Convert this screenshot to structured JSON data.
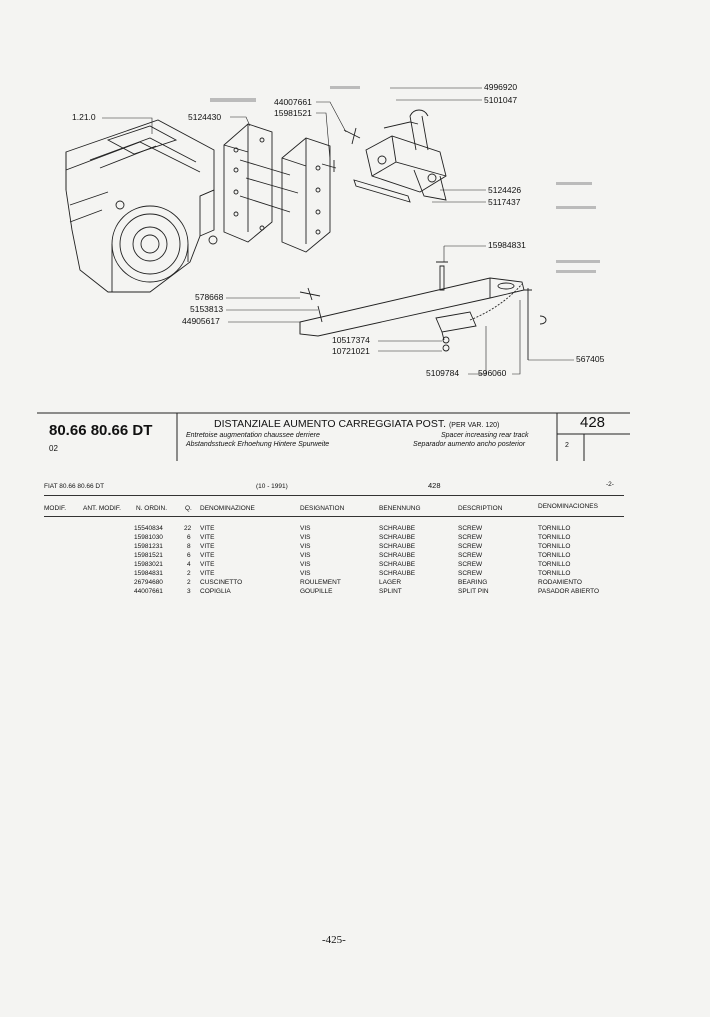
{
  "callouts": [
    {
      "id": "c1",
      "text": "1.21.0"
    },
    {
      "id": "c2",
      "text": "5124430"
    },
    {
      "id": "c3",
      "text": "44007661"
    },
    {
      "id": "c4",
      "text": "15981521"
    },
    {
      "id": "c5",
      "text": "4996920"
    },
    {
      "id": "c6",
      "text": "5101047"
    },
    {
      "id": "c7",
      "text": "5124426"
    },
    {
      "id": "c8",
      "text": "5117437"
    },
    {
      "id": "c9",
      "text": "15984831"
    },
    {
      "id": "c10",
      "text": "578668"
    },
    {
      "id": "c11",
      "text": "5153813"
    },
    {
      "id": "c12",
      "text": "44905617"
    },
    {
      "id": "c13",
      "text": "10517374"
    },
    {
      "id": "c14",
      "text": "10721021"
    },
    {
      "id": "c15",
      "text": "567405"
    },
    {
      "id": "c16",
      "text": "5109784"
    },
    {
      "id": "c17",
      "text": "596060"
    }
  ],
  "title_block": {
    "model": "80.66 80.66 DT",
    "model_sub": "02",
    "title": "DISTANZIALE AUMENTO CARREGGIATA POST.",
    "title_note": "(PER VAR. 120)",
    "fr": "Entretoise augmentation chaussee derriere",
    "de": "Abstandsstueck Erhoehung Hintere Spurweite",
    "en": "Spacer increasing rear track",
    "es": "Separador aumento ancho posterior",
    "number": "428",
    "sheet": "2"
  },
  "list_header": {
    "model": "FIAT 80.66 80.66 DT",
    "date": "(10 - 1991)",
    "table": "428",
    "page": "-2-"
  },
  "columns": [
    "MODIF.",
    "ANT. MODIF.",
    "N. ORDIN.",
    "Q.",
    "DENOMINAZIONE",
    "DESIGNATION",
    "BENENNUNG",
    "DESCRIPTION",
    "DENOMINACIONES"
  ],
  "parts": [
    {
      "ordin": "15540834",
      "q": "22",
      "it": "VITE",
      "fr": "VIS",
      "de": "SCHRAUBE",
      "en": "SCREW",
      "es": "TORNILLO"
    },
    {
      "ordin": "15981030",
      "q": "6",
      "it": "VITE",
      "fr": "VIS",
      "de": "SCHRAUBE",
      "en": "SCREW",
      "es": "TORNILLO"
    },
    {
      "ordin": "15981231",
      "q": "8",
      "it": "VITE",
      "fr": "VIS",
      "de": "SCHRAUBE",
      "en": "SCREW",
      "es": "TORNILLO"
    },
    {
      "ordin": "15981521",
      "q": "6",
      "it": "VITE",
      "fr": "VIS",
      "de": "SCHRAUBE",
      "en": "SCREW",
      "es": "TORNILLO"
    },
    {
      "ordin": "15983021",
      "q": "4",
      "it": "VITE",
      "fr": "VIS",
      "de": "SCHRAUBE",
      "en": "SCREW",
      "es": "TORNILLO"
    },
    {
      "ordin": "15984831",
      "q": "2",
      "it": "VITE",
      "fr": "VIS",
      "de": "SCHRAUBE",
      "en": "SCREW",
      "es": "TORNILLO"
    },
    {
      "ordin": "26794680",
      "q": "2",
      "it": "CUSCINETTO",
      "fr": "ROULEMENT",
      "de": "LAGER",
      "en": "BEARING",
      "es": "RODAMIENTO"
    },
    {
      "ordin": "44007661",
      "q": "3",
      "it": "COPIGLIA",
      "fr": "GOUPILLE",
      "de": "SPLINT",
      "en": "SPLIT PIN",
      "es": "PASADOR ABIERTO"
    }
  ],
  "page_number": "-425-"
}
